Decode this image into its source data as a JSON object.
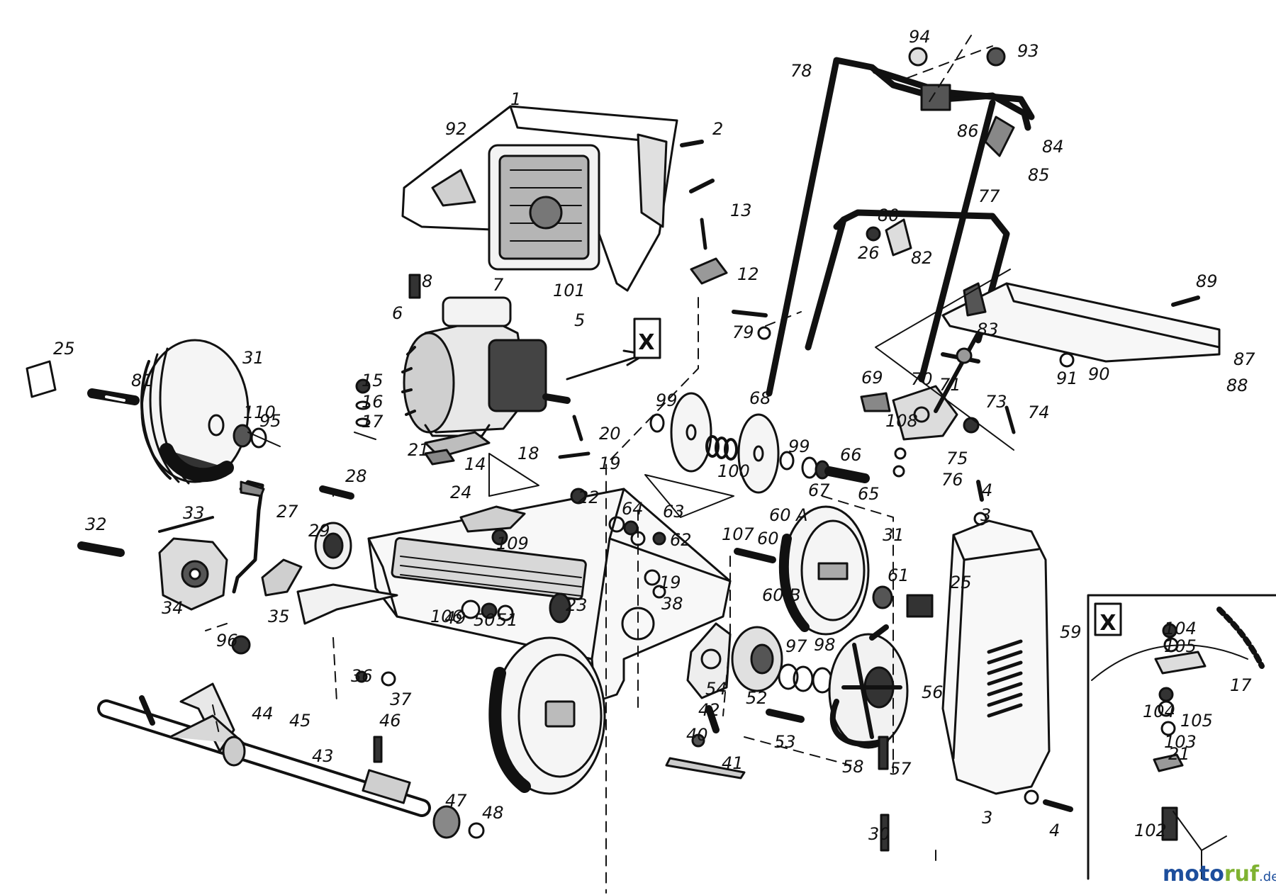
{
  "diagram": {
    "detail_marker": "X",
    "inset_marker": "X",
    "labels": [
      "1",
      "2",
      "3",
      "3",
      "4",
      "4",
      "5",
      "6",
      "7",
      "8",
      "12",
      "13",
      "14",
      "15",
      "16",
      "17",
      "17",
      "18",
      "19",
      "19",
      "20",
      "21",
      "21",
      "22",
      "23",
      "24",
      "25",
      "25",
      "26",
      "27",
      "28",
      "29",
      "30",
      "31",
      "31",
      "32",
      "33",
      "34",
      "35",
      "36",
      "37",
      "38",
      "40",
      "41",
      "42",
      "43",
      "44",
      "45",
      "46",
      "47",
      "48",
      "49",
      "50",
      "51",
      "52",
      "53",
      "54",
      "56",
      "57",
      "58",
      "59",
      "60",
      "60 A",
      "60 B",
      "61",
      "62",
      "63",
      "64",
      "65",
      "66",
      "67",
      "68",
      "69",
      "70",
      "71",
      "73",
      "74",
      "75",
      "76",
      "77",
      "78",
      "79",
      "80",
      "81",
      "82",
      "83",
      "84",
      "85",
      "86",
      "87",
      "88",
      "89",
      "90",
      "91",
      "92",
      "93",
      "94",
      "95",
      "96",
      "97",
      "98",
      "99",
      "99",
      "100",
      "101",
      "102",
      "103",
      "104",
      "104",
      "105",
      "105",
      "106",
      "107",
      "108",
      "109",
      "110"
    ]
  },
  "watermark": {
    "part1": "moto",
    "part2": "ruf",
    "suffix": ".de"
  }
}
